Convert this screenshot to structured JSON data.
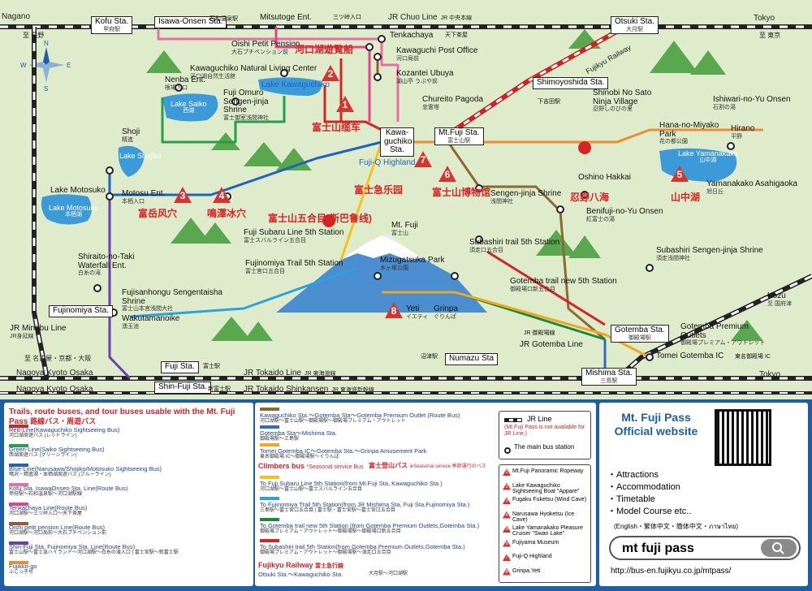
{
  "rail": {
    "nagano": "Nagano",
    "nagano_jp": "至 長野",
    "kofu": "Kofu Sta.",
    "kofu_jp": "甲府駅",
    "isawa": "Isawa-Onsen Sta.",
    "isawa_jp": "石和温泉駅",
    "mitsutoge": "Mitsutoge Ent.",
    "mitsutoge_jp": "三ツ峠入口",
    "chuo": "JR Chuo Line",
    "chuo_jp": "JR 中央本線",
    "tenkachaya": "Tenkachaya",
    "tenkachaya_jp": "天下茶屋",
    "tokyo": "Tokyo",
    "tokyo_jp": "至 東京",
    "otsuki": "Otsuki Sta.",
    "otsuki_jp": "大月駅",
    "fujikyu_railway": "Fujikyu Railway",
    "fujikyu_railway_jp": "富士急行線",
    "shimoyoshida": "Shimoyoshida Sta.",
    "shimoyoshida_jp": "下吉田駅",
    "kawaguchiko_sta": "Kawa-guchiko Sta.",
    "mtfuji_sta": "Mt.Fuji Sta.",
    "mtfuji_sta_jp": "富士山駅",
    "fujinomiya_sta": "Fujinomiya Sta.",
    "jr_minobu": "JR Minobu Line",
    "jr_minobu_jp": "JR身延線",
    "nagoya_kyoto_osaka": "Nagoya Kyoto Osaka",
    "nagoya_jp": "至 名古屋・京都・大阪",
    "fuji_sta": "Fuji Sta.",
    "fuji_sta_jp": "富士駅",
    "jr_tokaido": "JR Tokaido Line",
    "jr_tokaido_jp": "JR 東海道線",
    "numazu": "Numazu Sta",
    "numazu_jp": "沼津駅",
    "shinfuji": "Shin-Fuji Sta.",
    "shinfuji_jp": "新富士駅",
    "shinkansen": "JR Tokaido Shinkansen",
    "shinkansen_jp": "JR 東海道新幹線",
    "mishima": "Mishima Sta.",
    "mishima_jp": "三島駅",
    "gotemba_sta": "Gotemba Sta.",
    "gotemba_sta_jp": "御殿場駅",
    "jr_gotemba": "JR Gotemba Line",
    "jr_gotemba_jp": "JR 御殿場線",
    "tomei_gotemba": "Tomei Gotemba IC",
    "tomei_gotemba_jp": "東名御殿場 IC",
    "tokyo2": "Tokyo",
    "kozu": "Kozu",
    "kozu_jp": "至 国府津",
    "hirano": "Hirano",
    "hirano_jp": "平野"
  },
  "places": {
    "oishi_pension": "Oishi Petit Pension",
    "oishi_pension_jp": "大石プチペンション前",
    "ropeway_jp": "河口湖遊覧船",
    "kawaguchi_post": "Kawaguchi Post Office",
    "kawaguchi_post_jp": "河口局前",
    "natural_living": "Kawaguchiko Natural Living Center",
    "natural_living_jp": "河口湖自然生活館",
    "kozantei": "Kozantei Ubuya",
    "kozantei_jp": "湖山亭 うぶや前",
    "nenba": "Nenba Ent.",
    "nenba_jp": "根場入口",
    "lake_kawaguchiko": "Lake Kawaguchiko",
    "lake_kawaguchiko_jp": "河口湖",
    "fuji_omuro": "Fuji Omuro Sengen-jinja Shrine",
    "fuji_omuro_jp": "富士御室浅間神社",
    "lake_saiko": "Lake Saiko",
    "lake_saiko_jp": "西湖",
    "chureito": "Chureito Pagoda",
    "chureito_jp": "忠霊塔",
    "shinobi": "Shinobi No Sato Ninja Village",
    "shinobi_jp": "忍野しのびの里",
    "ishiwari": "Ishiwari-no-Yu Onsen",
    "ishiwari_jp": "石割の湯",
    "shoji": "Shoji",
    "shoji_jp": "精進",
    "ropeway_cn": "富士山缆车",
    "hanano": "Hana-no-Miyako Park",
    "hanano_jp": "花の都公園",
    "lake_shojiko": "Lake Shojiko",
    "lake_shojiko_jp": "精進湖",
    "fujiq": "Fuji-Q Highland",
    "fujiq_cn": "富士急乐园",
    "museum_cn": "富士山博物馆",
    "oshino": "Oshino Hakkai",
    "oshino_cn": "忍野八海",
    "lake_yamanakako": "Lake Yamanakako",
    "lake_yamanakako_jp": "山中湖",
    "yamanakako_cn": "山中湖",
    "lake_motosu": "Lake Motosuko",
    "lake_motosu_jp": "本栖湖",
    "lake_motosu_lbl": "Lake Motosuko",
    "lake_motosu_lbl_jp": "本栖湖",
    "motosu_ent": "Motosu Ent.",
    "motosu_ent_jp": "本栖入口",
    "fugaku_cn": "富岳风穴",
    "narusawa_cn": "鳴澤冰穴",
    "sengen": "Sengen-jinja Shrine",
    "sengen_jp": "浅間神社",
    "benifuji": "Benifuji-no-Yu Onsen",
    "benifuji_jp": "紅富士の湯",
    "yamanakako_asahi": "Yamanakako Asahigaoka",
    "yamanakako_asahi_jp": "旭日丘",
    "station5_cn": "富士山五合目(斯巴鲁线)",
    "mtfuji": "Mt. Fuji",
    "mtfuji_jp": "富士山",
    "subaru": "Fuji Subaru Line 5th Station",
    "subaru_jp": "富士スバルライン五合目",
    "subashiri": "Subashiri trail 5th Station",
    "subashiri_jp": "須走口五合目",
    "shiraito": "Shiraito-no-Taki Waterfall Ent.",
    "shiraito_jp": "白糸の滝",
    "fujinomiya_trail": "Fujinomiya Trail 5th Station",
    "fujinomiya_trail_jp": "富士宮口五合目",
    "mizugatsuka": "Mizugatsuka Park",
    "mizugatsuka_jp": "水ヶ塚公園",
    "subashiri_shrine": "Subashiri Sengen-jinja Shrine",
    "subashiri_shrine_jp": "須走浅間神社",
    "fujisanhongu": "Fujisanhongu Sengentaisha Shrine",
    "fujisanhongu_jp": "富士山本宮浅間大社",
    "gotemba_trail": "Gotemba trail new 5th Station",
    "gotemba_trail_jp": "御殿場口新五合目",
    "yeti": "Yeti",
    "yeti_jp": "イエティ",
    "grinpa": "Grinpa",
    "grinpa_jp": "ぐりんぱ",
    "wakutamanoike": "Wakutamanoike",
    "wakutamanoike_jp": "湧玉池",
    "premium_outlets": "Gotemba Premium Outlets",
    "premium_outlets_jp": "御殿場プレミアム・アウトレット"
  },
  "badges": [
    "2",
    "1",
    "7",
    "6",
    "3",
    "4",
    "5",
    "8"
  ],
  "legend": {
    "title": "Trails, route buses, and tour buses usable with the Mt. Fuji Pass",
    "title_jp": "路線バス・周遊バス",
    "items": [
      {
        "en": "Red-Line(Kawaguchiko Sightseeing Bus)",
        "jp": "河口湖周遊バス (レッドライン)",
        "color": "#d62323"
      },
      {
        "en": "Green-Line(Saiko Sightseeing Bus)",
        "jp": "西湖周遊バス (グリーンライン)",
        "color": "#22a04a"
      },
      {
        "en": "Blue-Line(Narusawa/Shojiko/Motosuko Sightseeing Bus)",
        "jp": "鳴沢・精進湖・本栖湖周遊バス (ブルーライン)",
        "color": "#1f63c2"
      },
      {
        "en": "Kofu Sta. IsawaOnsen Sta. Line(Route Bus)",
        "jp": "甲府駅〜石和温泉駅〜河口湖駅線",
        "color": "#e86ea6"
      },
      {
        "en": "Tenkachaya Line(Route Bus)",
        "jp": "河口湖駅〜三ツ峠入口〜天下茶屋",
        "color": "#e8418a"
      },
      {
        "en": "Oishi petit pension Line(Route Bus)",
        "jp": "河口湖駅〜河口局前〜大石プチペンション前",
        "color": "#9c5a2e"
      },
      {
        "en": "Shin-Fuji Sta. Fujinomiya Sta. Line(Route Bus)",
        "jp": "富士山駅〜富士急ハイランド〜河口湖駅〜白糸の滝入口 | 富士宮駅〜新富士駅",
        "color": "#6b3fb0"
      },
      {
        "en": "Fujikko-go",
        "jp": "ふじっ子号",
        "color": "#f08b2e"
      }
    ]
  },
  "legend2": {
    "items": [
      {
        "en": "Kawaguchiko Sta.～Gotemba Sta～Gotemba Premium Outlet (Route Bus)",
        "jp": "河口湖駅〜富士山駅〜御殿場駅〜御殿場プレミアム・アウトレット",
        "color": "#8a6a2e"
      },
      {
        "en": "Gotemba Sta～Mishima Sta.",
        "jp": "御殿場駅〜三島駅",
        "color": "#2e6db8"
      },
      {
        "en": "Tomei Gotemba IC～Gotemba Sta.～Grinpa Amusement Park",
        "jp": "東名御殿場 IC〜御殿場駅〜ぐりんぱ",
        "color": "#f0a81e"
      }
    ],
    "climbers_title": "Climbers bus",
    "climbers_sub": "*Seasonal service Bus",
    "climbers_jp": "富士登山バス",
    "climbers_jp_sub": "※Seasonal service 季節運行のバス",
    "climbers": [
      {
        "en": "To Fuji Subaru Line 5th Station(from Mt.Fuji Sta, Kawaguchiko Sta.)",
        "jp": "河口湖駅〜富士山駅〜富士スバルライン五合目",
        "color": "#f4c21a"
      },
      {
        "en": "To Fujinomiya Trail 5th Station(from JR Mishima Sta, Fuji Sta,Fujinomiya Sta.)",
        "jp": "三島駅〜富士宮口五合目 | 富士駅・富士宮駅〜富士宮口五合目",
        "color": "#2aa3dd"
      },
      {
        "en": "To Gotemba trail new 5th Station (from Gotemba Premium Outlets,Gotemba Sta.)",
        "jp": "御殿場プレミアム・アウトレット〜御殿場駅〜御殿場口新五合目",
        "color": "#1a8a3a"
      },
      {
        "en": "To Subashiri trail 5th Station(from Gotemba Premium Outlets,Gotemba Sta.)",
        "jp": "御殿場プレミアム・アウトレット〜御殿場駅〜須走口五合目",
        "color": "#d62323"
      }
    ],
    "fujikyu_title": "Fujikyu Railway",
    "fujikyu_jp": "富士急行線",
    "fujikyu_en": "Otsuki Sta.～Kawaguchiko Sta.",
    "fujikyu_sub": "大月駅〜河口湖駅",
    "jr_line": "JR Line",
    "jr_note": "(Mt.Fuji Pass is not available for JR Line.)",
    "main_bus": "The main bus station",
    "numbered": [
      {
        "n": "1",
        "text": "Mt.Fuji Panoramic Ropeway"
      },
      {
        "n": "2",
        "text": "Lake Kawaguchiko Sightseeing Boat \"Appare\""
      },
      {
        "n": "3",
        "text": "Fugaku Fuketsu (Wind Cave)"
      },
      {
        "n": "4",
        "text": "Narusawa Hyoketsu (Ice Cave)"
      },
      {
        "n": "5",
        "text": "Lake Yamanakako Pleasure Cruiser \"Swan Lake\""
      },
      {
        "n": "6",
        "text": "Fujiyama Museum"
      },
      {
        "n": "7",
        "text": "Fuji-Q Highland"
      },
      {
        "n": "8",
        "text": "Grinpa,Yeti"
      }
    ]
  },
  "website": {
    "title": "Mt. Fuji Pass Official website",
    "bullets": [
      "Attractions",
      "Accommodation",
      "Timetable",
      "Model Course etc.."
    ],
    "langs": "(English・繁体中文・簡体中文・ภาษาไทย)",
    "search_value": "mt fuji pass",
    "url": "http://bus-en.fujikyu.co.jp/mtpass/"
  }
}
